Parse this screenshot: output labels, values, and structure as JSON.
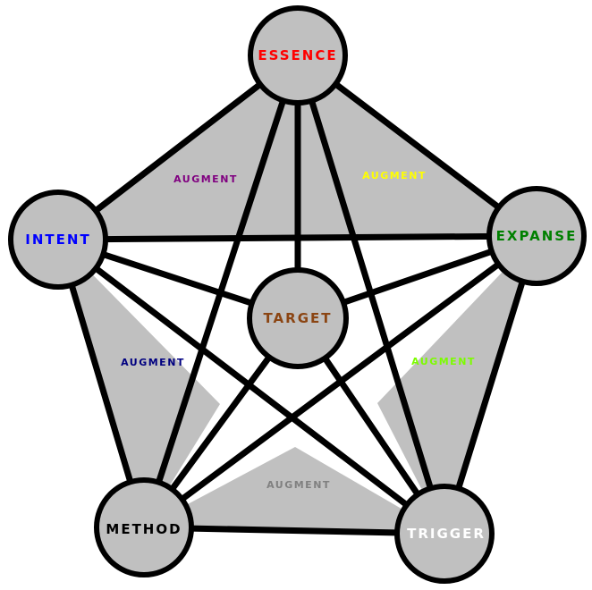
{
  "nodes": {
    "essence": {
      "label": "ESSENCE",
      "color": "#ff0000"
    },
    "intent": {
      "label": "INTENT",
      "color": "#0000ff"
    },
    "expanse": {
      "label": "EXPANSE",
      "color": "#008000"
    },
    "target": {
      "label": "TARGET",
      "color": "#8b4513"
    },
    "method": {
      "label": "METHOD",
      "color": "#000000"
    },
    "trigger": {
      "label": "TRIGGER",
      "color": "#ffffff"
    }
  },
  "regions": {
    "intent_essence": {
      "label": "AUGMENT",
      "color": "#800080"
    },
    "essence_expanse": {
      "label": "AUGMENT",
      "color": "#ffff00"
    },
    "intent_method": {
      "label": "AUGMENT",
      "color": "#000080"
    },
    "expanse_trigger": {
      "label": "AUGMENT",
      "color": "#7cfc00"
    },
    "method_trigger": {
      "label": "AUGMENT",
      "color": "#808080"
    }
  },
  "palette": {
    "fill": "#c0c0c0",
    "stroke": "#000000"
  }
}
